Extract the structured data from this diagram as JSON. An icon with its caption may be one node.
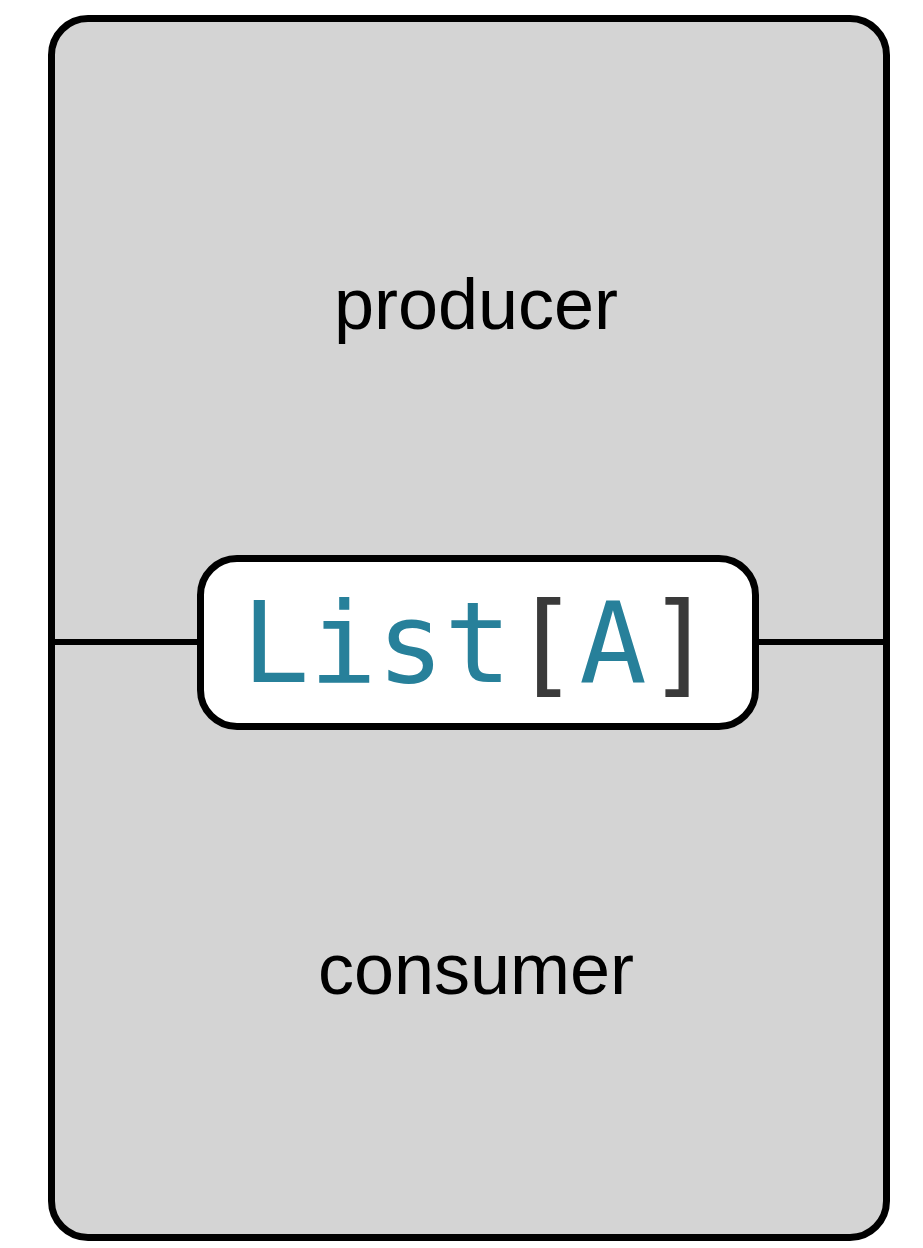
{
  "diagram": {
    "nodes": [
      {
        "text": [],
        "shape": "box"
      },
      {
        "text": [
          "producer"
        ],
        "in": 0
      },
      {
        "text": [
          "consumer"
        ],
        "in": 0
      },
      {
        "text": [
          "List[A]"
        ],
        "in": 0
      }
    ]
  }
}
